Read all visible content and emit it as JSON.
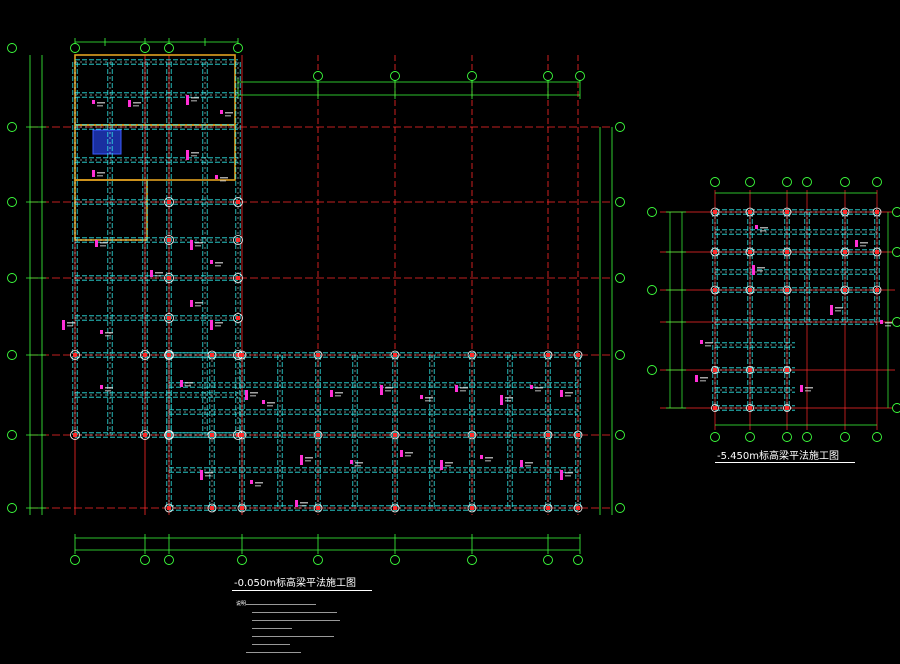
{
  "drawing": {
    "main_plan_title": "-0.050m标高梁平法施工图",
    "side_plan_title": "-5.450m标高梁平法施工图",
    "notes_label": "说明"
  },
  "colors": {
    "background": "#000000",
    "axis_grid": "#ff2a2a",
    "beam_outline": "#2ee6e6",
    "beam_dash": "#ffffff",
    "column": "#ffffff",
    "dimension": "#3cff3c",
    "annotation": "#ff2fd6",
    "highlight_wall": "#e0a020",
    "stair_fill": "#1a2fa0"
  }
}
